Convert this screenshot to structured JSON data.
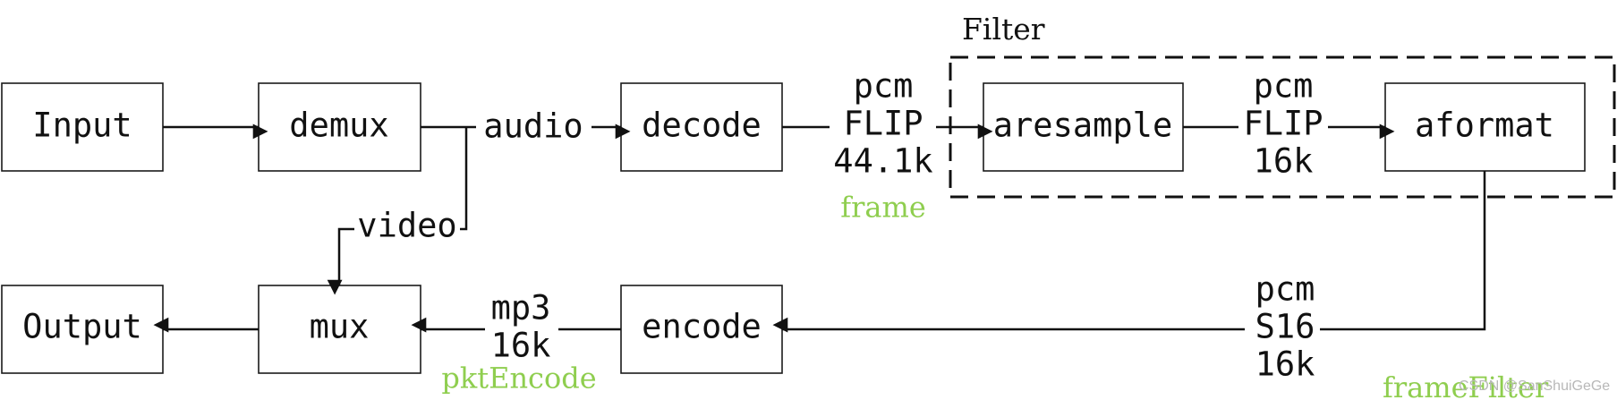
{
  "nodes": {
    "input": "Input",
    "demux": "demux",
    "decode": "decode",
    "aresample": "aresample",
    "aformat": "aformat",
    "output": "Output",
    "mux": "mux",
    "encode": "encode"
  },
  "group": {
    "filter_label": "Filter"
  },
  "edge_labels": {
    "audio": "audio",
    "video": "video",
    "decode_out": [
      "pcm",
      "FLIP",
      "44.1k"
    ],
    "aresample_out": [
      "pcm",
      "FLIP",
      "16k"
    ],
    "aformat_out": [
      "pcm",
      "S16",
      "16k"
    ],
    "encode_out": [
      "mp3",
      "16k"
    ]
  },
  "annotations": {
    "frame": "frame",
    "frame_filter": "frameFilter",
    "pkt_encode": "pktEncode"
  },
  "watermark": "CSDN @SanShuiGeGe",
  "colors": {
    "annotation": "#8fce4f",
    "stroke": "#111111"
  }
}
